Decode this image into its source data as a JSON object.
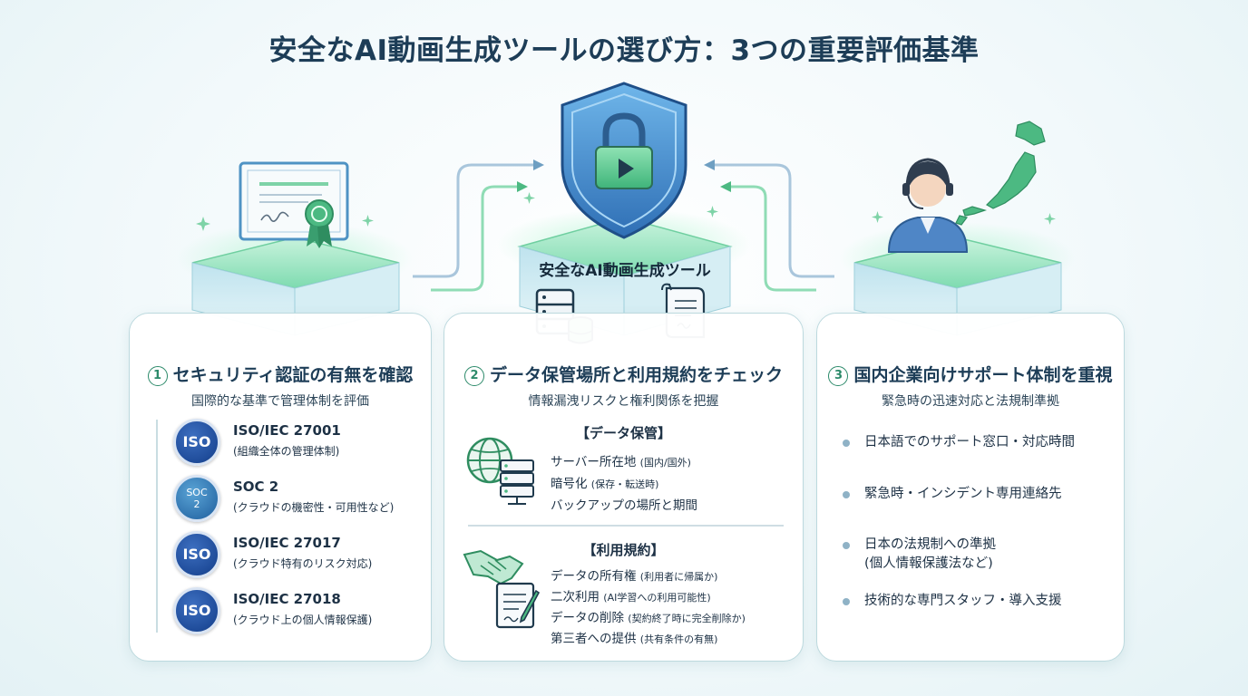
{
  "title": "安全なAI動画生成ツールの選び方：3つの重要評価基準",
  "center": {
    "label": "安全なAI動画生成ツール"
  },
  "panel1": {
    "number": "1",
    "title": "セキュリティ認証の有無を確認",
    "subtitle": "国際的な基準で管理体制を評価",
    "certs": [
      {
        "badge": "ISO",
        "name": "ISO/IEC 27001",
        "desc": "(組織全体の管理体制)"
      },
      {
        "badge_top": "SOC",
        "badge_bottom": "2",
        "name": "SOC 2",
        "desc": "(クラウドの機密性・可用性など)"
      },
      {
        "badge": "ISO",
        "name": "ISO/IEC 27017",
        "desc": "(クラウド特有のリスク対応)"
      },
      {
        "badge": "ISO",
        "name": "ISO/IEC 27018",
        "desc": "(クラウド上の個人情報保護)"
      }
    ]
  },
  "panel2": {
    "number": "2",
    "title": "データ保管場所と利用規約をチェック",
    "subtitle": "情報漏洩リスクと権利関係を把握",
    "storage_head": "【データ保管】",
    "storage_items": [
      {
        "main": "サーバー所在地",
        "note": "(国内/国外)"
      },
      {
        "main": "暗号化",
        "note": "(保存・転送時)"
      },
      {
        "main": "バックアップの場所と期間",
        "note": ""
      }
    ],
    "terms_head": "【利用規約】",
    "terms_items": [
      {
        "main": "データの所有権",
        "note": "(利用者に帰属か)"
      },
      {
        "main": "二次利用",
        "note": "(AI学習への利用可能性)"
      },
      {
        "main": "データの削除",
        "note": "(契約終了時に完全削除か)"
      },
      {
        "main": "第三者への提供",
        "note": "(共有条件の有無)"
      }
    ]
  },
  "panel3": {
    "number": "3",
    "title": "国内企業向けサポート体制を重視",
    "subtitle": "緊急時の迅速対応と法規制準拠",
    "items": [
      {
        "line1": "日本語でのサポート窓口・対応時間",
        "line2": ""
      },
      {
        "line1": "緊急時・インシデント専用連絡先",
        "line2": ""
      },
      {
        "line1": "日本の法規制への準拠",
        "line2": "(個人情報保護法など)"
      },
      {
        "line1": "技術的な専門スタッフ・導入支援",
        "line2": ""
      }
    ]
  },
  "colors": {
    "accent_green": "#4cc98e",
    "navy": "#1d3d57",
    "shield_blue": "#3c8fd6",
    "iso_blue": "#1f4c9a"
  }
}
